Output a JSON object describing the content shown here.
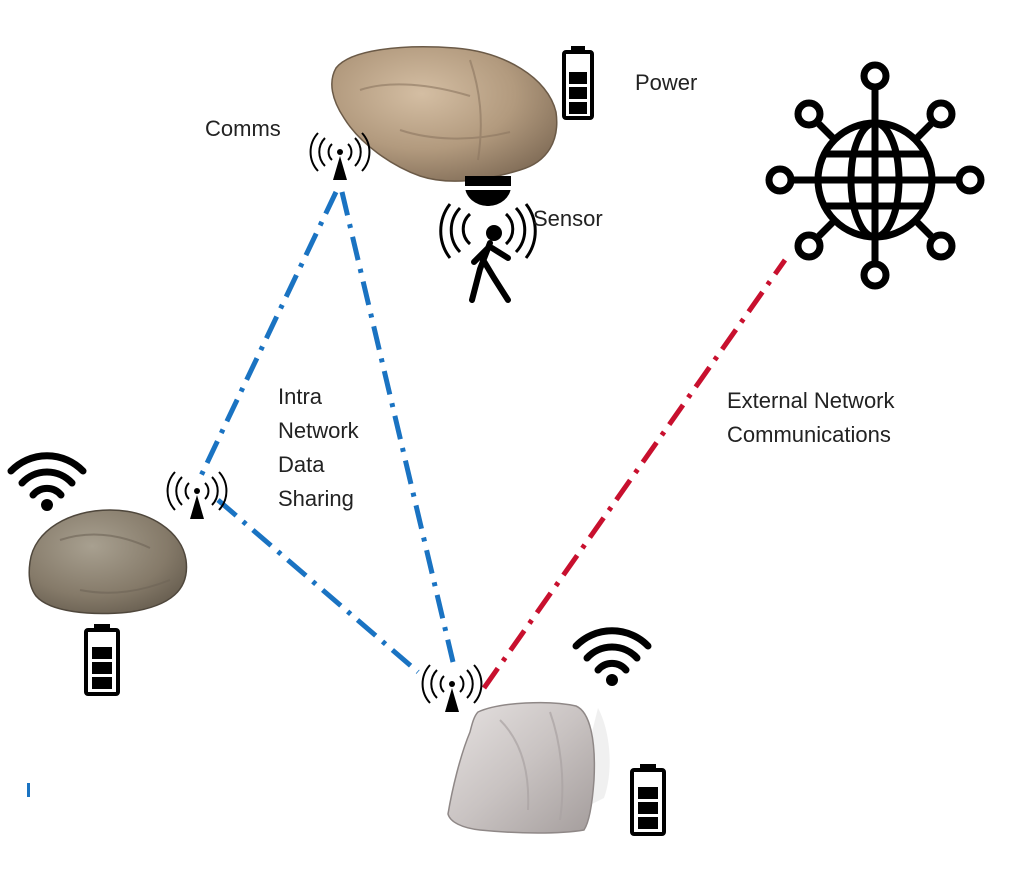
{
  "labels": {
    "comms": "Comms",
    "power": "Power",
    "sensor": "Sensor",
    "intra_network": [
      "Intra",
      "Network",
      "Data",
      "Sharing"
    ],
    "external_network": [
      "External Network",
      "Communications"
    ]
  },
  "colors": {
    "intra_link": "#1a73c2",
    "external_link": "#c8102e",
    "icon": "#000000",
    "text": "#222222"
  },
  "icons": {
    "node_antenna": "radio-antenna-icon",
    "node_wifi": "wifi-icon",
    "node_battery": "battery-icon",
    "sensor": "motion-sensor-person-icon",
    "network": "globe-network-icon"
  }
}
